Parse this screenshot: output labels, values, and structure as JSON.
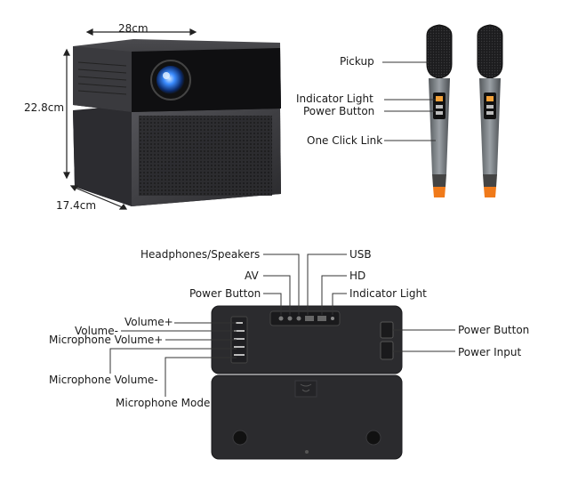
{
  "dimensions": {
    "width": "28cm",
    "height": "22.8cm",
    "depth": "17.4cm"
  },
  "microphone_labels": {
    "pickup": "Pickup",
    "indicator_light": "Indicator Light",
    "power_button": "Power Button",
    "one_click_link": "One Click Link"
  },
  "rear_panel_labels": {
    "headphones_speakers": "Headphones/Speakers",
    "usb": "USB",
    "av": "AV",
    "hd": "HD",
    "power_button_top": "Power Button",
    "indicator_light": "Indicator Light",
    "volume_plus": "Volume+",
    "volume_minus": "Volume-",
    "mic_volume_plus": "Microphone Volume+",
    "mic_volume_minus": "Microphone Volume-",
    "mic_mode": "Microphone Mode",
    "power_button_right": "Power Button",
    "power_input": "Power Input"
  },
  "colors": {
    "body": "#2b2b2e",
    "accent_lens": "#2f7bff",
    "mic_tip": "#f07a1a"
  }
}
